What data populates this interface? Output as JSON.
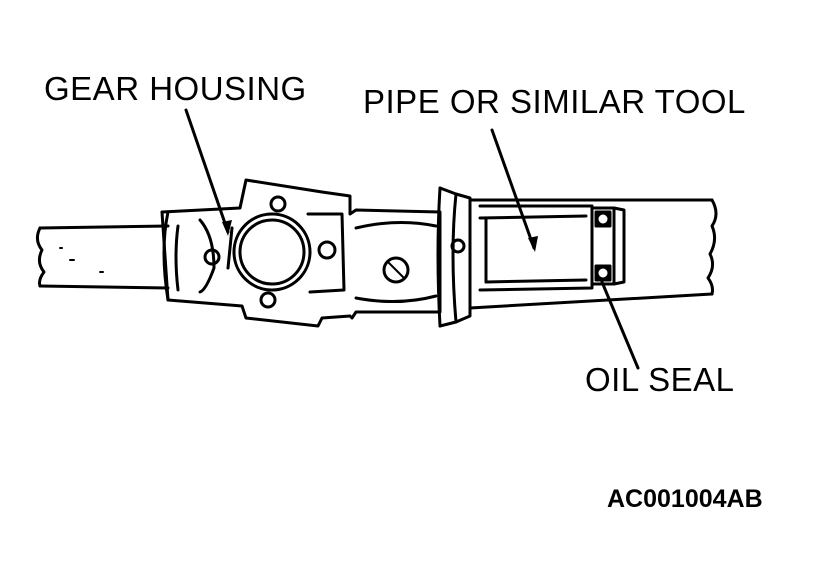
{
  "labels": {
    "gear_housing": "GEAR HOUSING",
    "pipe_tool": "PIPE OR SIMILAR TOOL",
    "oil_seal": "OIL SEAL",
    "figure_code": "AC001004AB"
  },
  "colors": {
    "ink": "#000000",
    "paper": "#ffffff"
  }
}
